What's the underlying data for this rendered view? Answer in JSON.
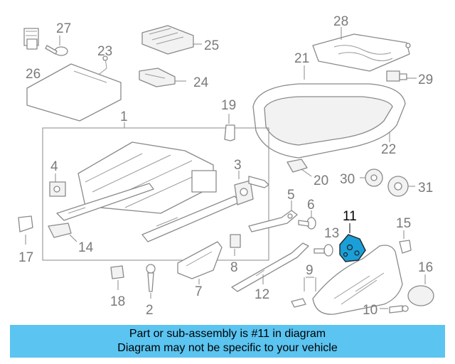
{
  "diagram": {
    "callouts": [
      "1",
      "2",
      "3",
      "4",
      "5",
      "6",
      "7",
      "8",
      "9",
      "10",
      "11",
      "12",
      "13",
      "14",
      "15",
      "16",
      "17",
      "18",
      "19",
      "20",
      "21",
      "22",
      "23",
      "24",
      "25",
      "26",
      "27",
      "28",
      "29",
      "30",
      "31"
    ],
    "highlighted_part": "11",
    "highlight_color": "#1a9fd8"
  },
  "banner": {
    "line1": "Part or sub-assembly is #11 in diagram",
    "line2": "Diagram may not be specific to your vehicle",
    "background": "#5bc4f1"
  }
}
